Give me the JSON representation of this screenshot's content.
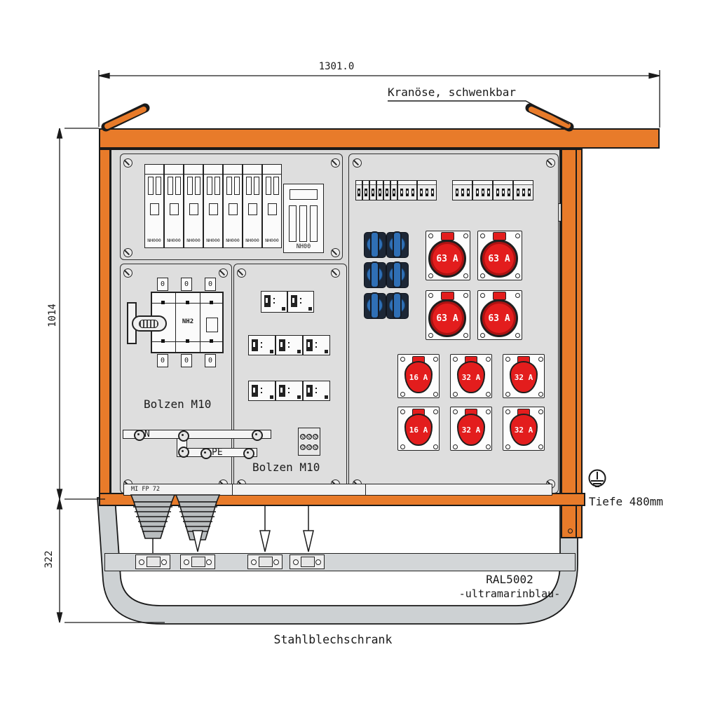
{
  "dims": {
    "width": "1301.0",
    "height": "1014",
    "stand": "322"
  },
  "texts": {
    "crane": "Kranöse, schwenkbar",
    "depth": "Tiefe 480mm",
    "ral_code": "RAL5002",
    "ral_name": "-ultramarinblau-",
    "cabinet": "Stahlblechschrank",
    "bolzen_left": "Bolzen M10",
    "bolzen_mid": "Bolzen M10",
    "flange": "MI FP 72",
    "n": "N",
    "pe": "PE"
  },
  "switch": {
    "label": "NH2",
    "terminals": [
      "0",
      "0",
      "0",
      "0",
      "0",
      "0"
    ]
  },
  "fuses": {
    "strips": [
      "NH000",
      "NH000",
      "NH000",
      "NH000",
      "NH000",
      "NH000",
      "NH000"
    ],
    "block": "NH00"
  },
  "sockets": {
    "cee63": [
      "63 A",
      "63 A",
      "63 A",
      "63 A"
    ],
    "row_top": [
      "16 A",
      "32 A",
      "32 A"
    ],
    "row_bottom": [
      "16 A",
      "32 A",
      "32 A"
    ],
    "schuko_count": 6
  },
  "colors": {
    "frame_orange": "#E87B2A",
    "socket_red": "#E31D1D",
    "socket_blue": "#2F6FB5",
    "panel_gray": "#DEDEDE",
    "outline": "#1A1A1A"
  }
}
